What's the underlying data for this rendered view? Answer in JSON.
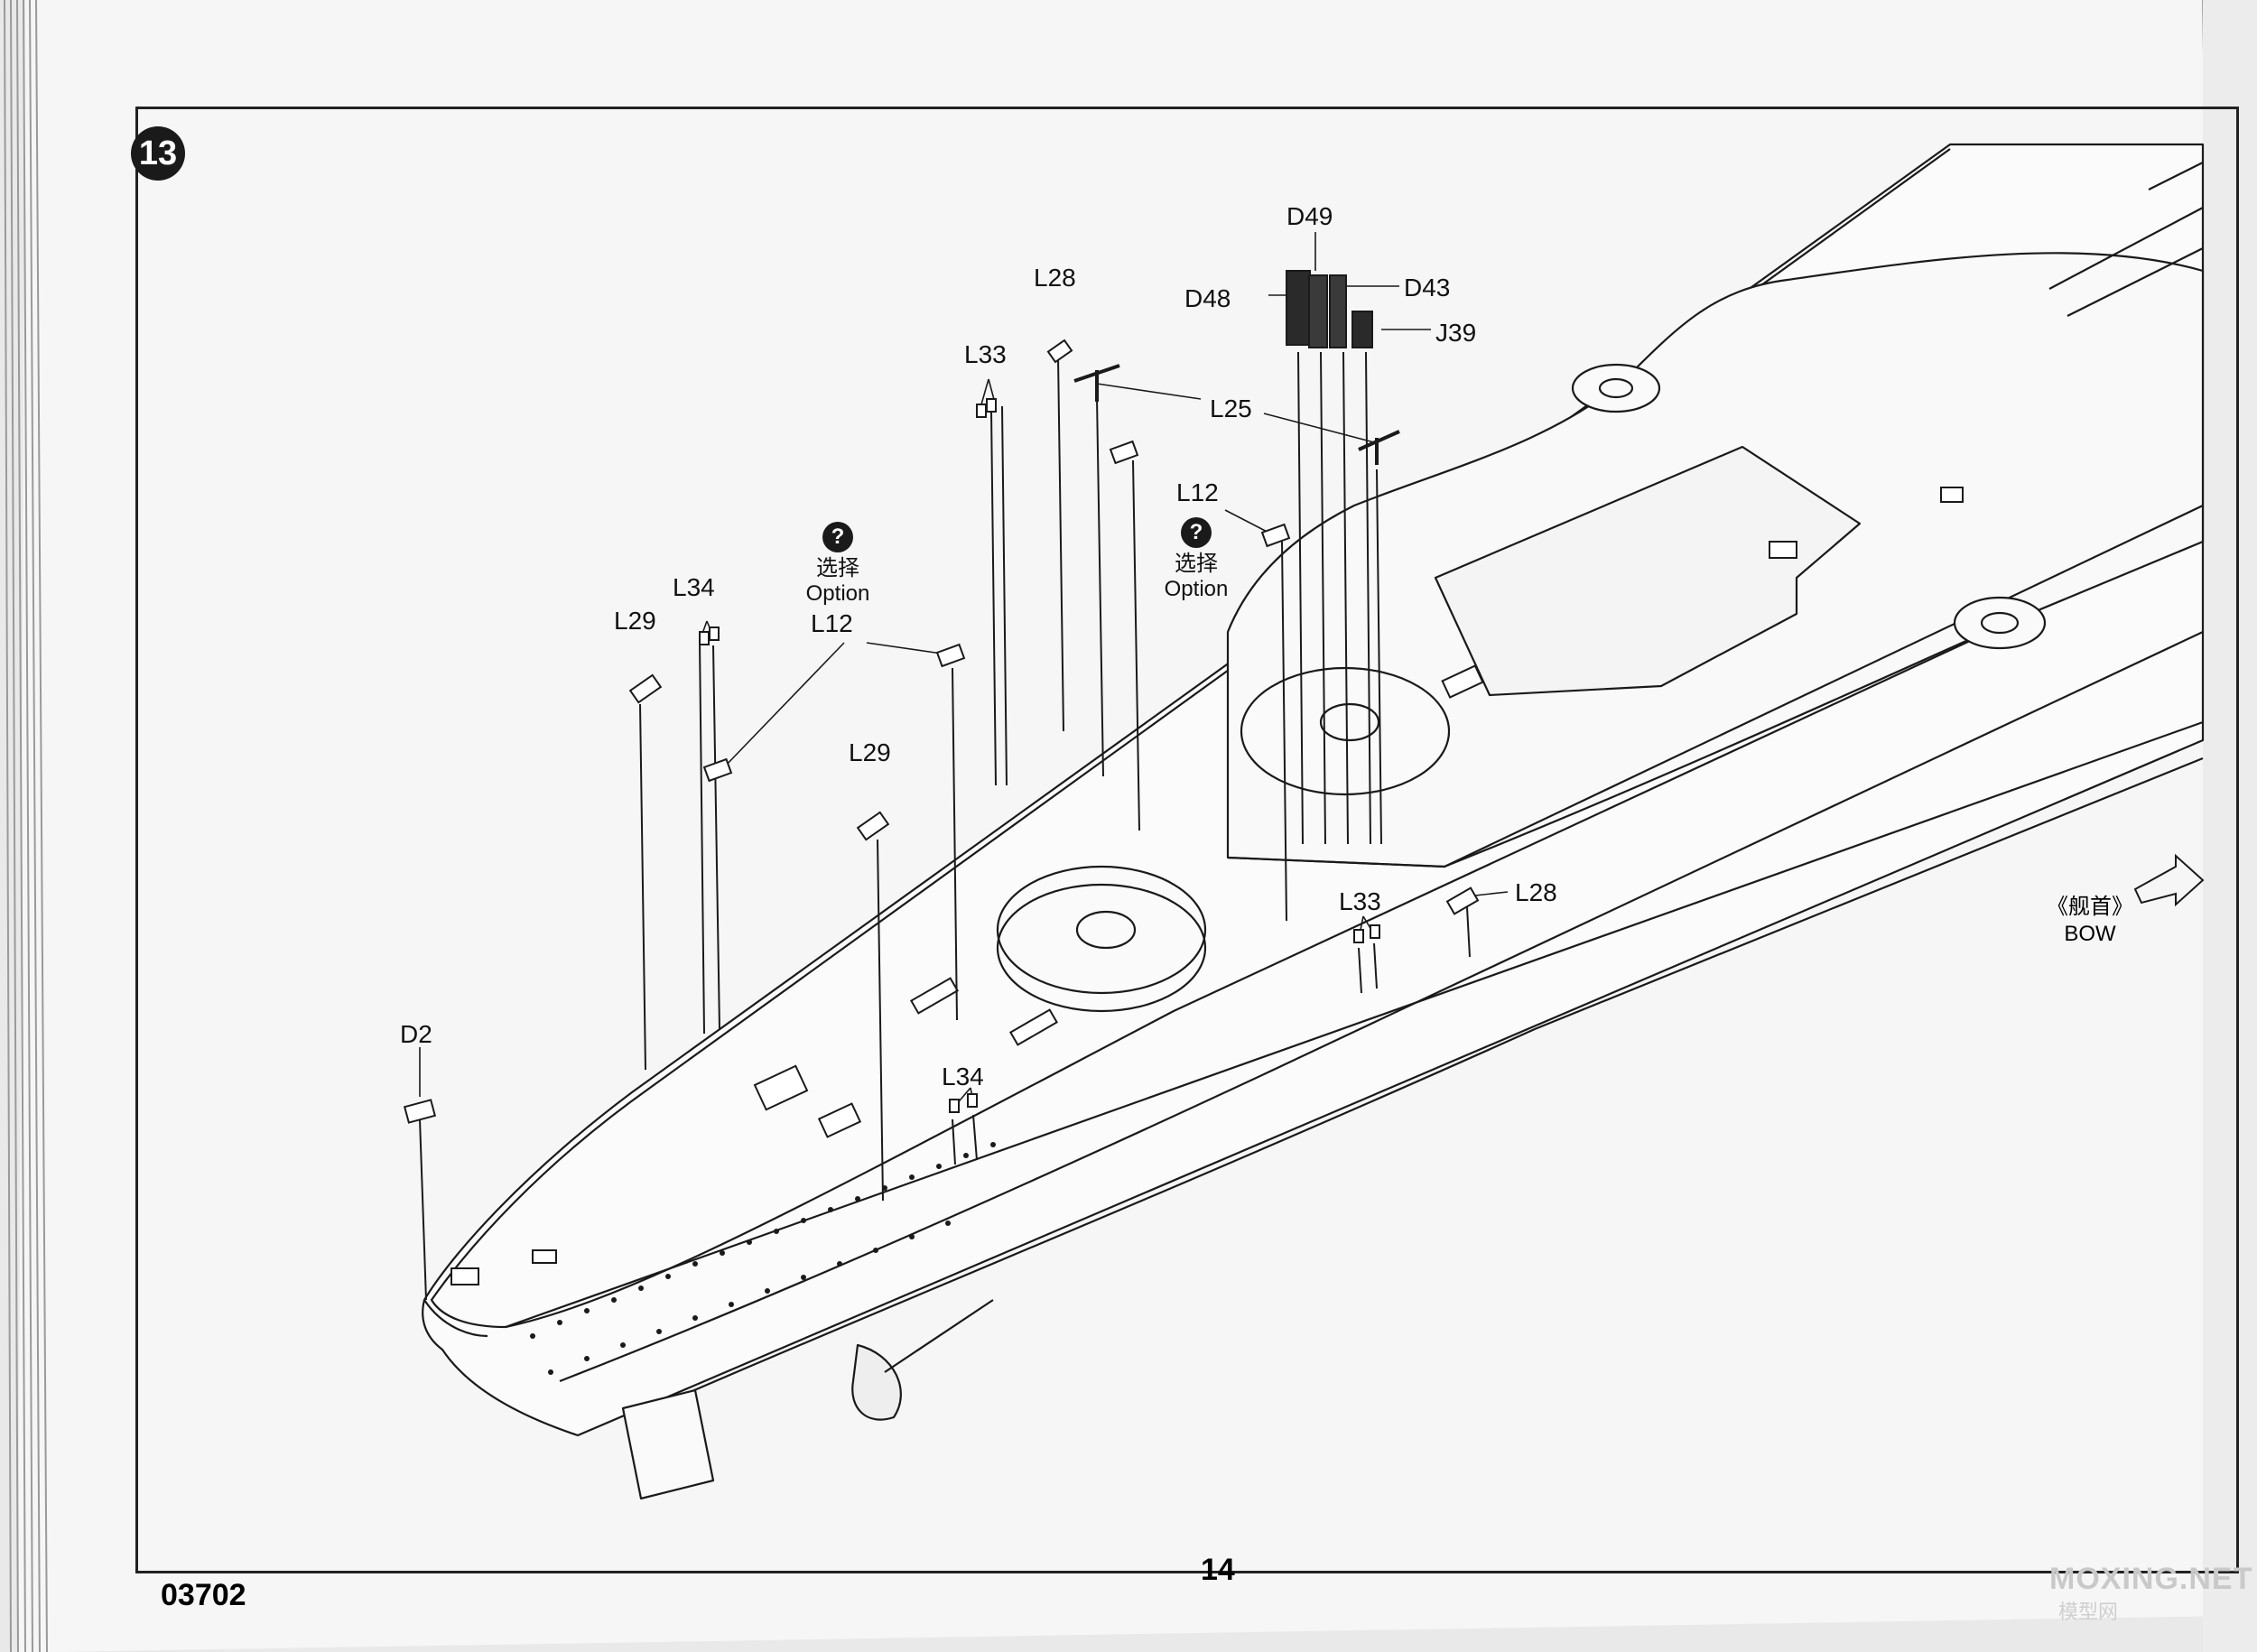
{
  "step_number": "13",
  "page_number": "14",
  "kit_code": "03702",
  "direction": {
    "cn": "《舰首》",
    "en": "BOW"
  },
  "option_markers": [
    {
      "cn": "选择",
      "en": "Option"
    },
    {
      "cn": "选择",
      "en": "Option"
    }
  ],
  "part_labels": {
    "l28_top": "L28",
    "l33_top": "L33",
    "d49": "D49",
    "d48": "D48",
    "d43": "D43",
    "j39": "J39",
    "l25": "L25",
    "l12_right": "L12",
    "l12_left": "L12",
    "l34_left": "L34",
    "l29_left": "L29",
    "l29_mid": "L29",
    "d2": "D2",
    "l34_bottom": "L34",
    "l33_right": "L33",
    "l28_right": "L28"
  },
  "watermark": {
    "main": "MOXING.NET",
    "sub": "模型网"
  },
  "colors": {
    "ink": "#1a1a1a",
    "paper": "#f6f6f6",
    "deck": "#fbfbfb"
  }
}
